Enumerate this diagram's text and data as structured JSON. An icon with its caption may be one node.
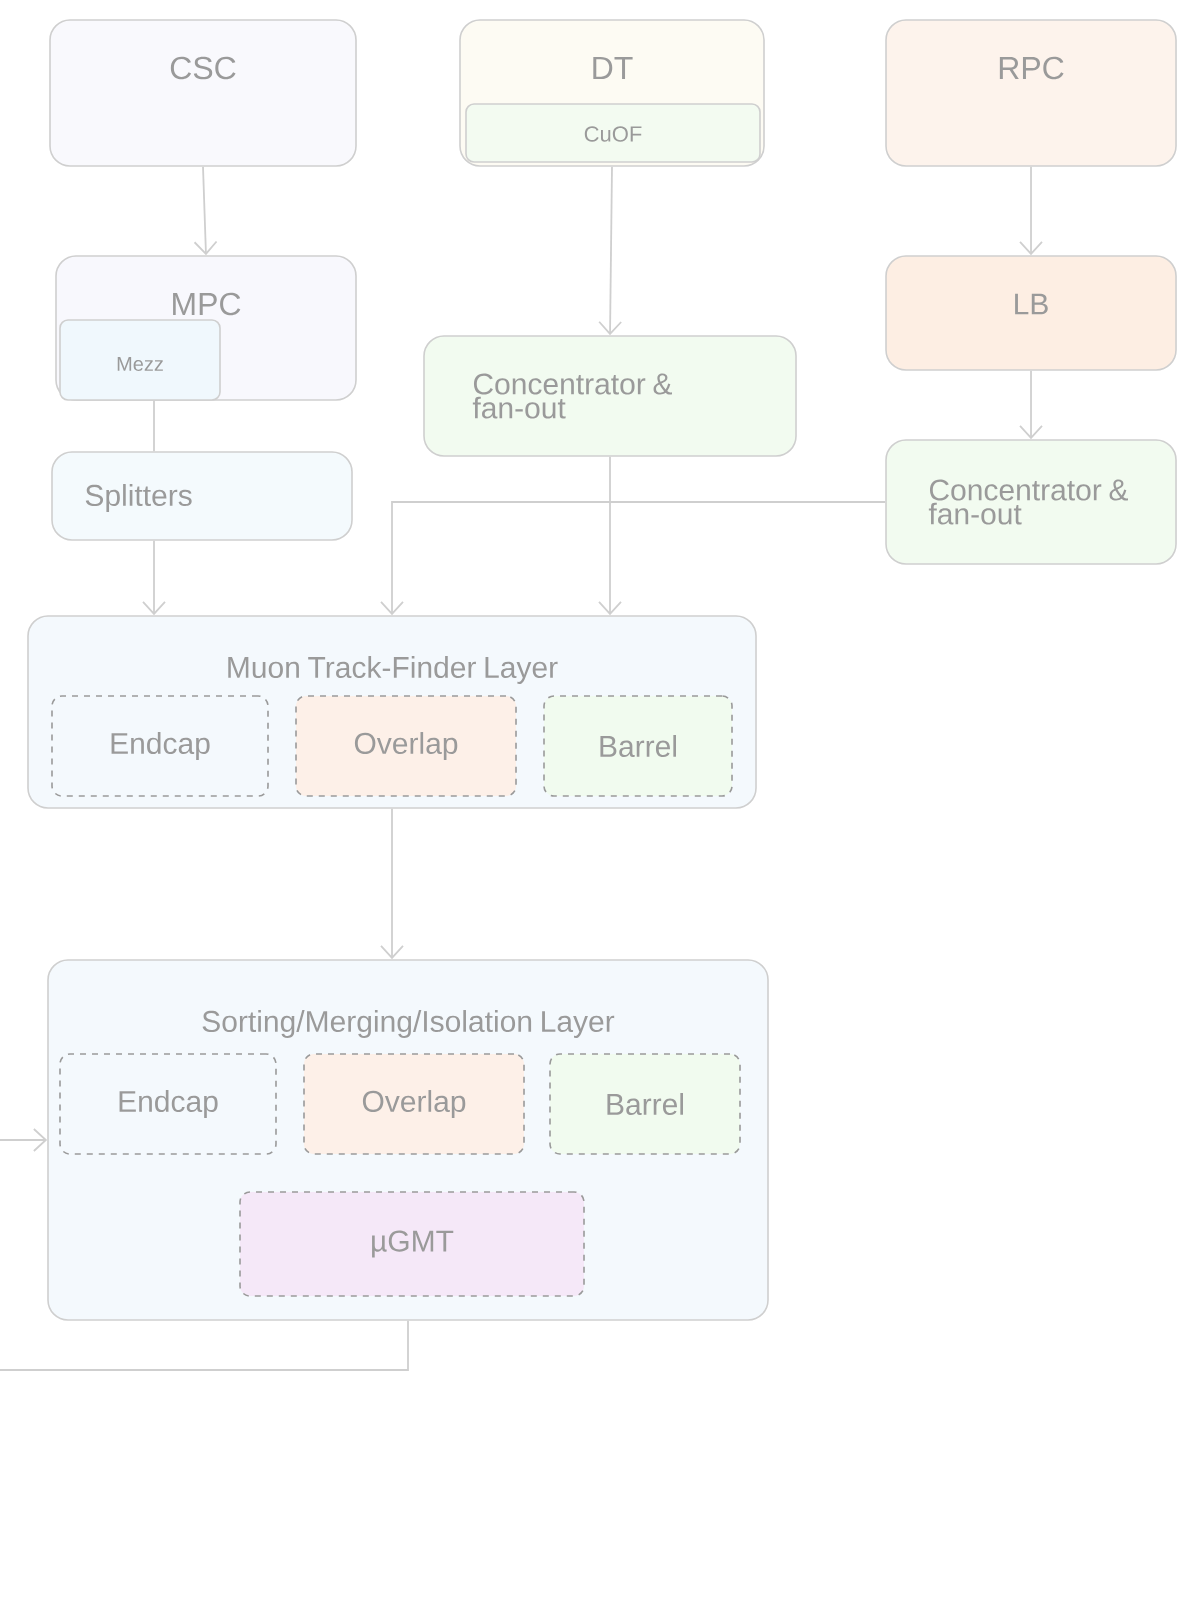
{
  "diagram": {
    "nodes": [
      {
        "text": [
          "CSC"
        ]
      },
      {
        "text": [
          "DT"
        ]
      },
      {
        "text": [
          "CuOF"
        ],
        "in": 1
      },
      {
        "text": [
          "RPC"
        ]
      },
      {
        "text": [
          "MPC"
        ]
      },
      {
        "text": [
          "Mezz"
        ],
        "in": 4
      },
      {
        "text": [
          "Concentrator & fan-out"
        ]
      },
      {
        "text": [
          "LB"
        ]
      },
      {
        "text": [
          "Splitters"
        ]
      },
      {
        "text": [
          "Concentrator & fan-out"
        ]
      },
      {
        "text": [
          "Muon Track-Finder Layer"
        ]
      },
      {
        "text": [
          "Endcap"
        ],
        "in": 10
      },
      {
        "text": [
          "Overlap"
        ],
        "in": 10
      },
      {
        "text": [
          "Barrel"
        ],
        "in": 10
      },
      {
        "text": [
          "Sorting/Merging/Isolation Layer"
        ]
      },
      {
        "text": [
          "Endcap"
        ],
        "in": 14
      },
      {
        "text": [
          "Overlap"
        ],
        "in": 14
      },
      {
        "text": [
          "Barrel"
        ],
        "in": 14
      },
      {
        "text": [
          "µGMT"
        ],
        "in": 14
      }
    ],
    "edges": [
      {
        "from": 0,
        "to": 4,
        "arrow": "to"
      },
      {
        "from": 1,
        "to": 6,
        "arrow": "to"
      },
      {
        "from": 3,
        "to": 7,
        "arrow": "to"
      },
      {
        "from": 7,
        "to": 9,
        "arrow": "to"
      },
      {
        "from": 5,
        "to": 8,
        "arrow": "none"
      },
      {
        "from": 8,
        "to": 10,
        "arrow": "to"
      },
      {
        "from": 9,
        "to": 10,
        "arrow": "to"
      },
      {
        "from": 6,
        "to": 10,
        "arrow": "to"
      },
      {
        "from": 10,
        "to": 14,
        "arrow": "to"
      },
      {
        "from": null,
        "to": 14,
        "arrow": "to"
      },
      {
        "from": 14,
        "to": null,
        "arrow": "none"
      }
    ]
  }
}
